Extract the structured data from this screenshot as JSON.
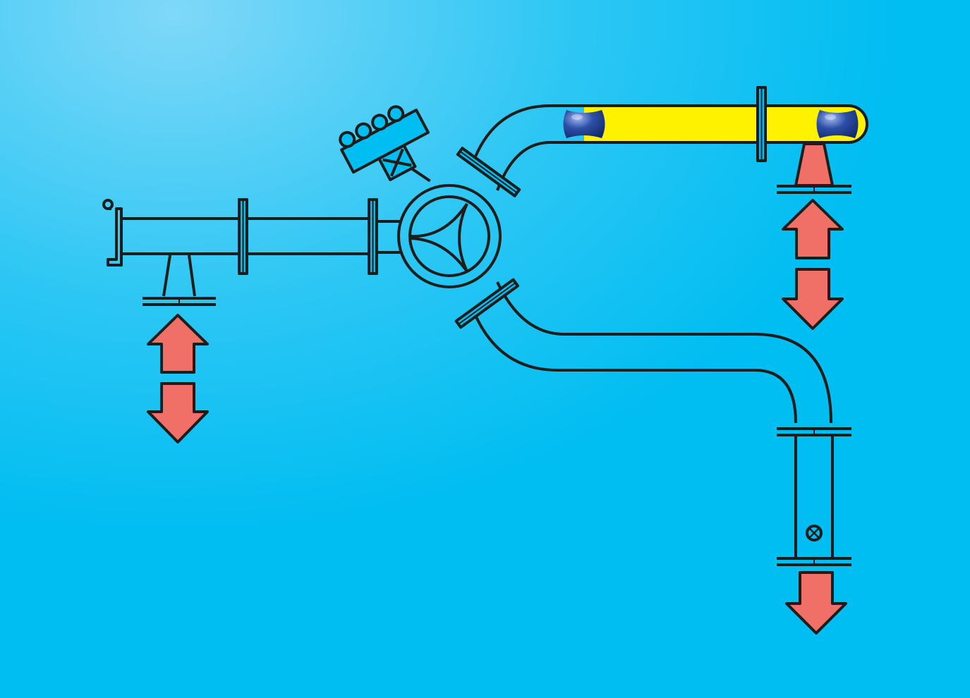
{
  "colors": {
    "background": "#00bdf2",
    "background_glow": "#7fd8f8",
    "stroke": "#1d1d1b",
    "arrow_fill": "#f07068",
    "pig_fill": "#2e4fa8",
    "product_fill": "#fff200",
    "flange_fill": "#00bdf2"
  },
  "diagram": {
    "components": [
      "launcher-barrel",
      "launcher-closure",
      "launcher-support",
      "launcher-lift-arrows",
      "flanges",
      "valve-actuator",
      "three-way-diverter",
      "upper-branch-bend",
      "receiver-barrel-yellow",
      "pig",
      "receiver-support",
      "receiver-lift-arrows",
      "lower-s-branch",
      "outlet-spool",
      "pig-signaller",
      "outlet-down-arrow"
    ]
  }
}
